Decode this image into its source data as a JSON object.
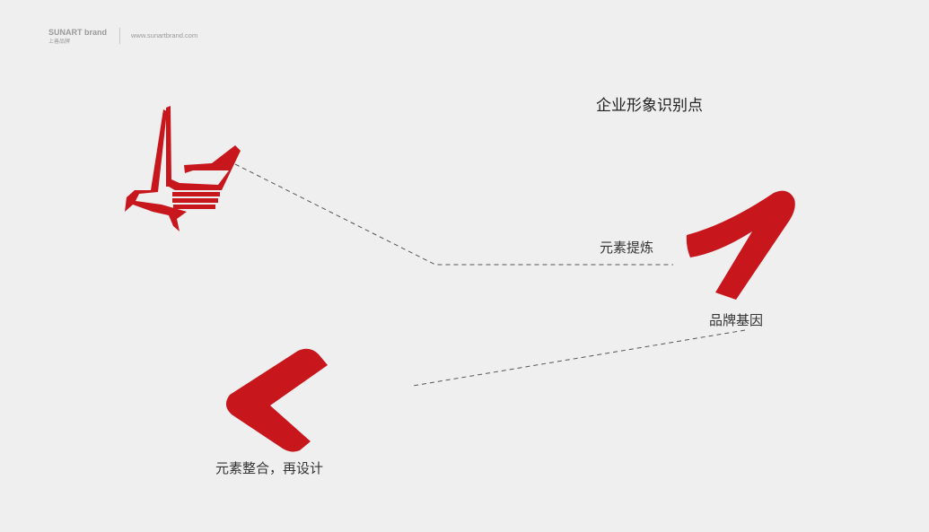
{
  "header": {
    "brand_name": "SUNART brand",
    "brand_sub": "上善品牌",
    "website": "www.sunartbrand.com"
  },
  "title": "企业形象识别点",
  "labels": {
    "extraction": "元素提炼",
    "brand_gene": "品牌基因",
    "redesign": "元素整合，再设计"
  },
  "colors": {
    "brand_red": "#c8161d",
    "background": "#efefef"
  }
}
